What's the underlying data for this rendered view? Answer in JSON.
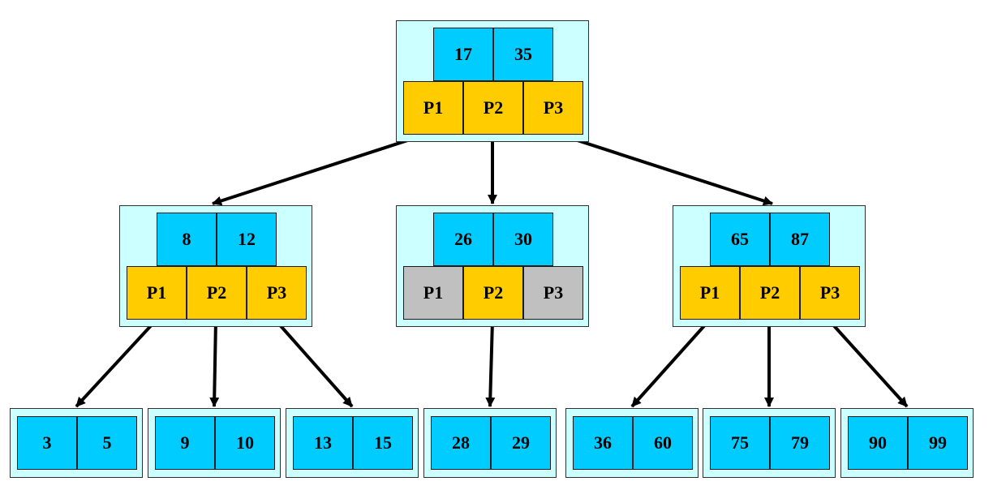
{
  "colors": {
    "node_background": "#ccffff",
    "key_cell": "#00ccff",
    "pointer_cell": "#ffcc00",
    "unused_pointer_cell": "#c0c0c0",
    "edge": "#000000"
  },
  "tree": {
    "root": {
      "keys": [
        "17",
        "35"
      ],
      "pointers": [
        {
          "label": "P1",
          "used": true
        },
        {
          "label": "P2",
          "used": true
        },
        {
          "label": "P3",
          "used": true
        }
      ]
    },
    "internal": [
      {
        "keys": [
          "8",
          "12"
        ],
        "pointers": [
          {
            "label": "P1",
            "used": true
          },
          {
            "label": "P2",
            "used": true
          },
          {
            "label": "P3",
            "used": true
          }
        ]
      },
      {
        "keys": [
          "26",
          "30"
        ],
        "pointers": [
          {
            "label": "P1",
            "used": false
          },
          {
            "label": "P2",
            "used": true
          },
          {
            "label": "P3",
            "used": false
          }
        ]
      },
      {
        "keys": [
          "65",
          "87"
        ],
        "pointers": [
          {
            "label": "P1",
            "used": true
          },
          {
            "label": "P2",
            "used": true
          },
          {
            "label": "P3",
            "used": true
          }
        ]
      }
    ],
    "leaves": [
      {
        "keys": [
          "3",
          "5"
        ]
      },
      {
        "keys": [
          "9",
          "10"
        ]
      },
      {
        "keys": [
          "13",
          "15"
        ]
      },
      {
        "keys": [
          "28",
          "29"
        ]
      },
      {
        "keys": [
          "36",
          "60"
        ]
      },
      {
        "keys": [
          "75",
          "79"
        ]
      },
      {
        "keys": [
          "90",
          "99"
        ]
      }
    ]
  }
}
